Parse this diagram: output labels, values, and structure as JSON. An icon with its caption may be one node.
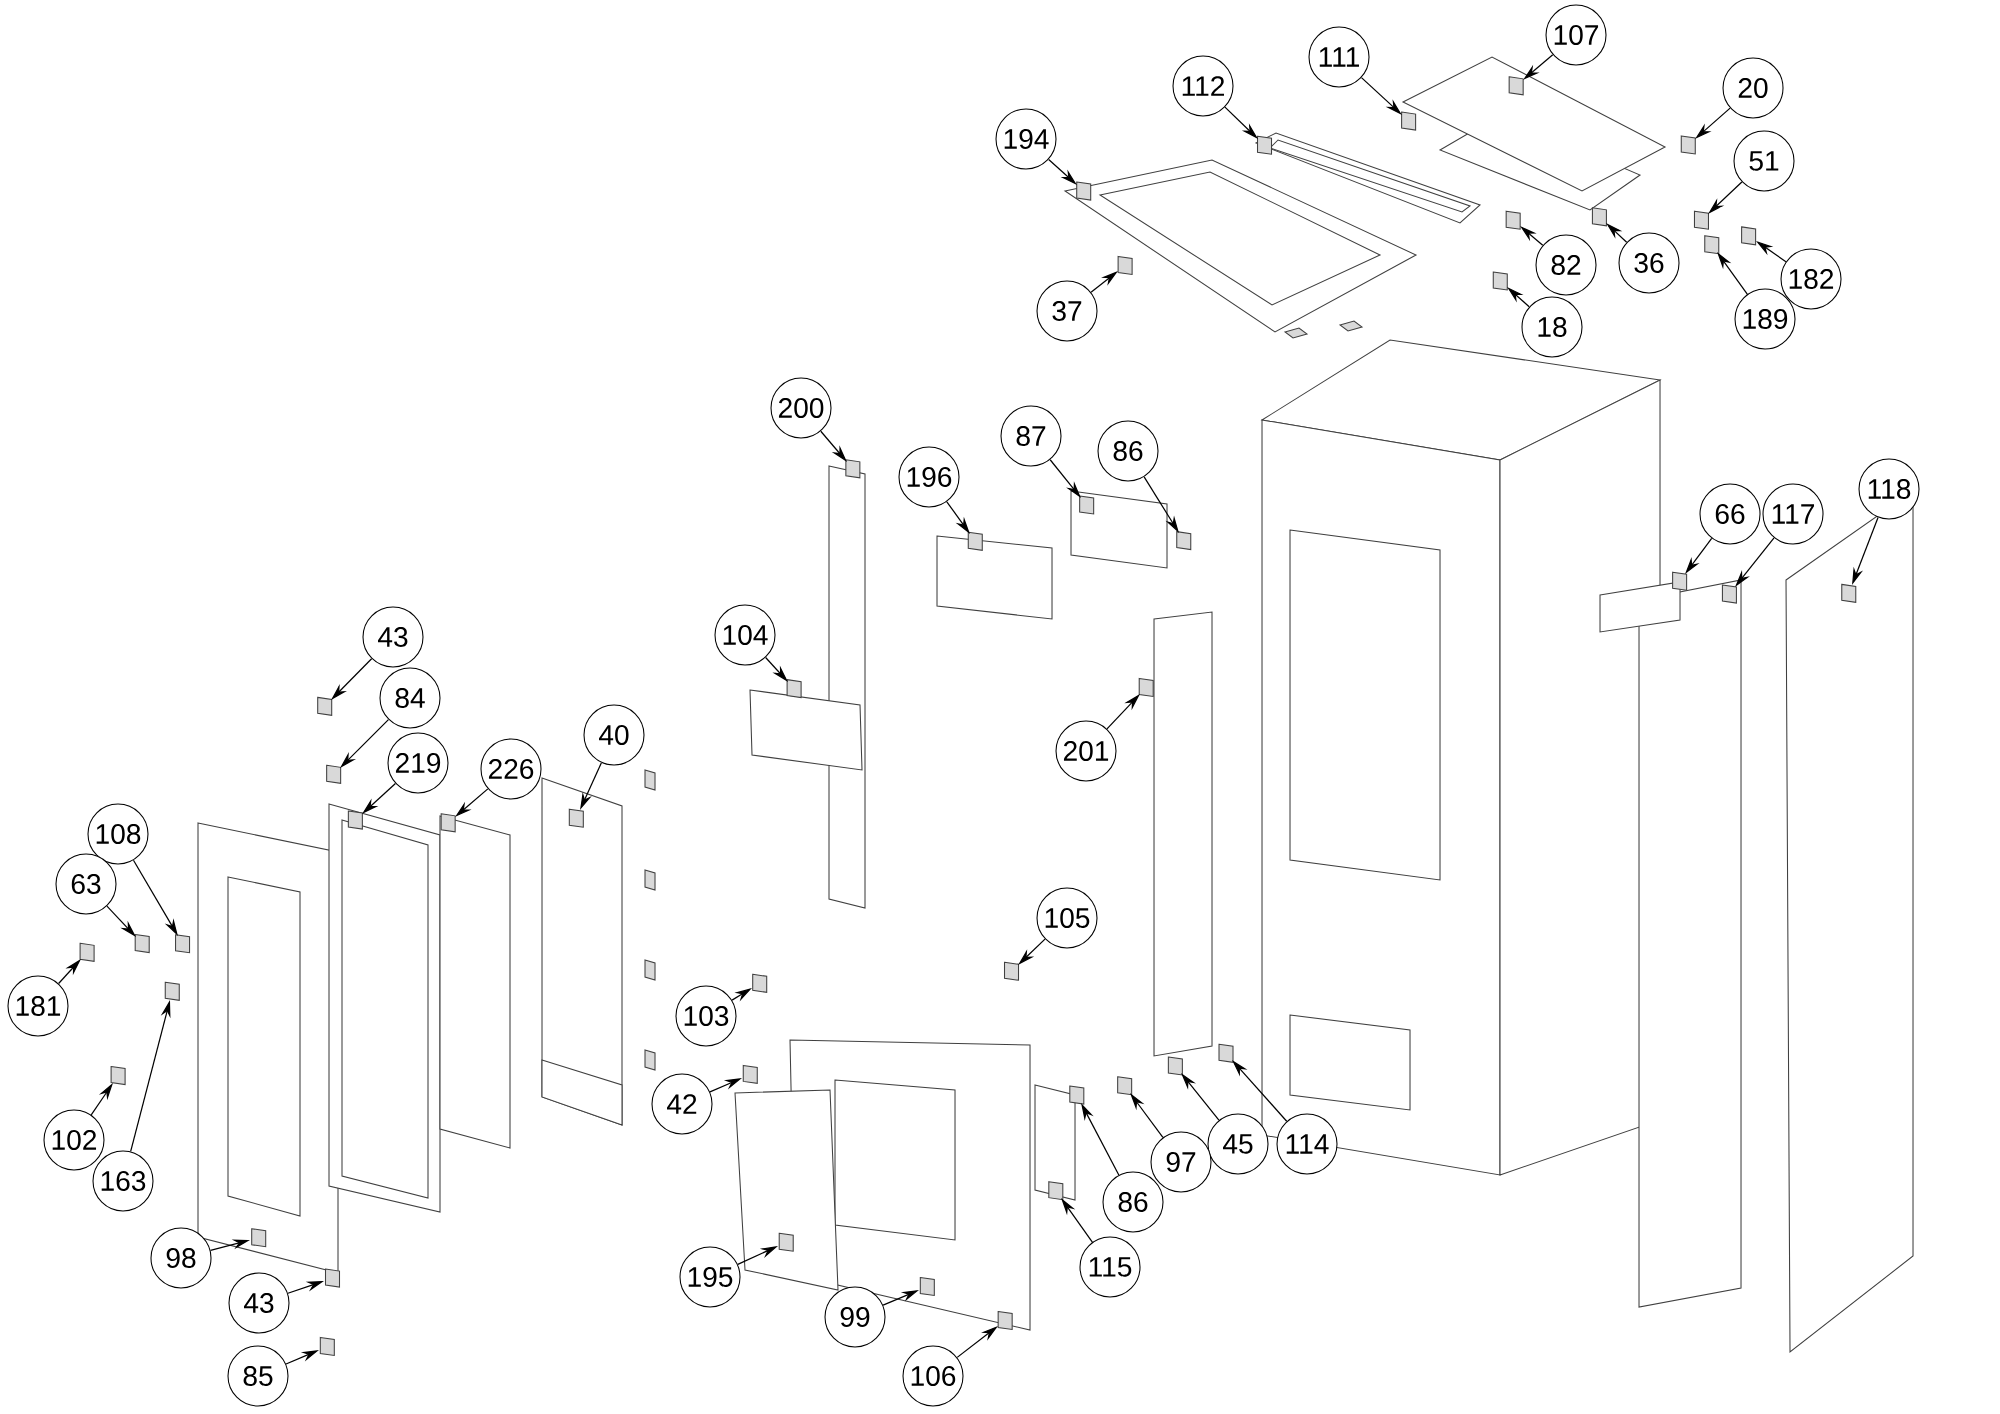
{
  "diagram": {
    "nodes": [
      {
        "text": [
          "107"
        ]
      },
      {
        "text": [
          "111"
        ]
      },
      {
        "text": [
          "112"
        ]
      },
      {
        "text": [
          "20"
        ]
      },
      {
        "text": [
          "194"
        ]
      },
      {
        "text": [
          "51"
        ]
      },
      {
        "text": [
          "82"
        ]
      },
      {
        "text": [
          "36"
        ]
      },
      {
        "text": [
          "182"
        ]
      },
      {
        "text": [
          "37"
        ]
      },
      {
        "text": [
          "189"
        ]
      },
      {
        "text": [
          "18"
        ]
      },
      {
        "text": [
          "200"
        ]
      },
      {
        "text": [
          "87"
        ]
      },
      {
        "text": [
          "86"
        ]
      },
      {
        "text": [
          "196"
        ]
      },
      {
        "text": [
          "118"
        ]
      },
      {
        "text": [
          "66"
        ]
      },
      {
        "text": [
          "117"
        ]
      },
      {
        "text": [
          "104"
        ]
      },
      {
        "text": [
          "43"
        ]
      },
      {
        "text": [
          "84"
        ]
      },
      {
        "text": [
          "40"
        ]
      },
      {
        "text": [
          "201"
        ]
      },
      {
        "text": [
          "219"
        ]
      },
      {
        "text": [
          "226"
        ]
      },
      {
        "text": [
          "108"
        ]
      },
      {
        "text": [
          "63"
        ]
      },
      {
        "text": [
          "105"
        ]
      },
      {
        "text": [
          "181"
        ]
      },
      {
        "text": [
          "103"
        ]
      },
      {
        "text": [
          "42"
        ]
      },
      {
        "text": [
          "102"
        ]
      },
      {
        "text": [
          "45"
        ]
      },
      {
        "text": [
          "114"
        ]
      },
      {
        "text": [
          "97"
        ]
      },
      {
        "text": [
          "163"
        ]
      },
      {
        "text": [
          "86"
        ]
      },
      {
        "text": [
          "98"
        ]
      },
      {
        "text": [
          "115"
        ]
      },
      {
        "text": [
          "195"
        ]
      },
      {
        "text": [
          "43"
        ]
      },
      {
        "text": [
          "99"
        ]
      },
      {
        "text": [
          "85"
        ]
      },
      {
        "text": [
          "106"
        ]
      }
    ],
    "edges": [
      {
        "from": 0,
        "to": null,
        "arrow": "to"
      },
      {
        "from": 1,
        "to": null,
        "arrow": "to"
      },
      {
        "from": 2,
        "to": null,
        "arrow": "to"
      },
      {
        "from": 3,
        "to": null,
        "arrow": "to"
      },
      {
        "from": 4,
        "to": null,
        "arrow": "to"
      },
      {
        "from": 5,
        "to": null,
        "arrow": "to"
      },
      {
        "from": 6,
        "to": null,
        "arrow": "to"
      },
      {
        "from": 7,
        "to": null,
        "arrow": "to"
      },
      {
        "from": 8,
        "to": null,
        "arrow": "to"
      },
      {
        "from": 9,
        "to": null,
        "arrow": "to"
      },
      {
        "from": 10,
        "to": null,
        "arrow": "to"
      },
      {
        "from": 11,
        "to": null,
        "arrow": "to"
      },
      {
        "from": 12,
        "to": null,
        "arrow": "to"
      },
      {
        "from": 13,
        "to": null,
        "arrow": "to"
      },
      {
        "from": 14,
        "to": null,
        "arrow": "to"
      },
      {
        "from": 15,
        "to": null,
        "arrow": "to"
      },
      {
        "from": 16,
        "to": null,
        "arrow": "to"
      },
      {
        "from": 17,
        "to": null,
        "arrow": "to"
      },
      {
        "from": 18,
        "to": null,
        "arrow": "to"
      },
      {
        "from": 19,
        "to": null,
        "arrow": "to"
      },
      {
        "from": 20,
        "to": null,
        "arrow": "to"
      },
      {
        "from": 21,
        "to": null,
        "arrow": "to"
      },
      {
        "from": 22,
        "to": null,
        "arrow": "to"
      },
      {
        "from": 23,
        "to": null,
        "arrow": "to"
      },
      {
        "from": 24,
        "to": null,
        "arrow": "to"
      },
      {
        "from": 25,
        "to": null,
        "arrow": "to"
      },
      {
        "from": 26,
        "to": null,
        "arrow": "to"
      },
      {
        "from": 27,
        "to": null,
        "arrow": "to"
      },
      {
        "from": 28,
        "to": null,
        "arrow": "to"
      },
      {
        "from": 29,
        "to": null,
        "arrow": "to"
      },
      {
        "from": 30,
        "to": null,
        "arrow": "to"
      },
      {
        "from": 31,
        "to": null,
        "arrow": "to"
      },
      {
        "from": 32,
        "to": null,
        "arrow": "to"
      },
      {
        "from": 33,
        "to": null,
        "arrow": "to"
      },
      {
        "from": 34,
        "to": null,
        "arrow": "to"
      },
      {
        "from": 35,
        "to": null,
        "arrow": "to"
      },
      {
        "from": 36,
        "to": null,
        "arrow": "to"
      },
      {
        "from": 37,
        "to": null,
        "arrow": "to"
      },
      {
        "from": 38,
        "to": null,
        "arrow": "to"
      },
      {
        "from": 39,
        "to": null,
        "arrow": "to"
      },
      {
        "from": 40,
        "to": null,
        "arrow": "to"
      },
      {
        "from": 41,
        "to": null,
        "arrow": "to"
      },
      {
        "from": 42,
        "to": null,
        "arrow": "to"
      },
      {
        "from": 43,
        "to": null,
        "arrow": "to"
      },
      {
        "from": 44,
        "to": null,
        "arrow": "to"
      }
    ]
  }
}
